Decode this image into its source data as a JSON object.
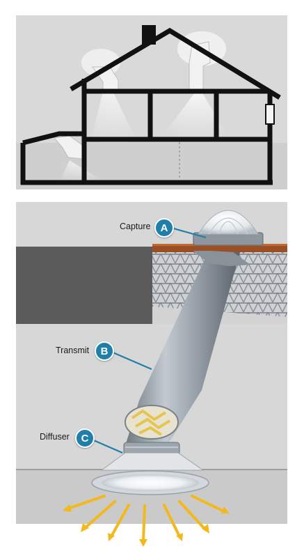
{
  "callouts": {
    "capture": {
      "label": "Capture",
      "badge": "A"
    },
    "transmit": {
      "label": "Transmit",
      "badge": "B"
    },
    "diffuser": {
      "label": "Diffuser",
      "badge": "C"
    }
  },
  "colors": {
    "panel_background": "#d9d9d9",
    "house_outline": "#111111",
    "badge": "#1f7fa8",
    "roof": "#9a4f25",
    "light_rays": "#f2b81c"
  }
}
